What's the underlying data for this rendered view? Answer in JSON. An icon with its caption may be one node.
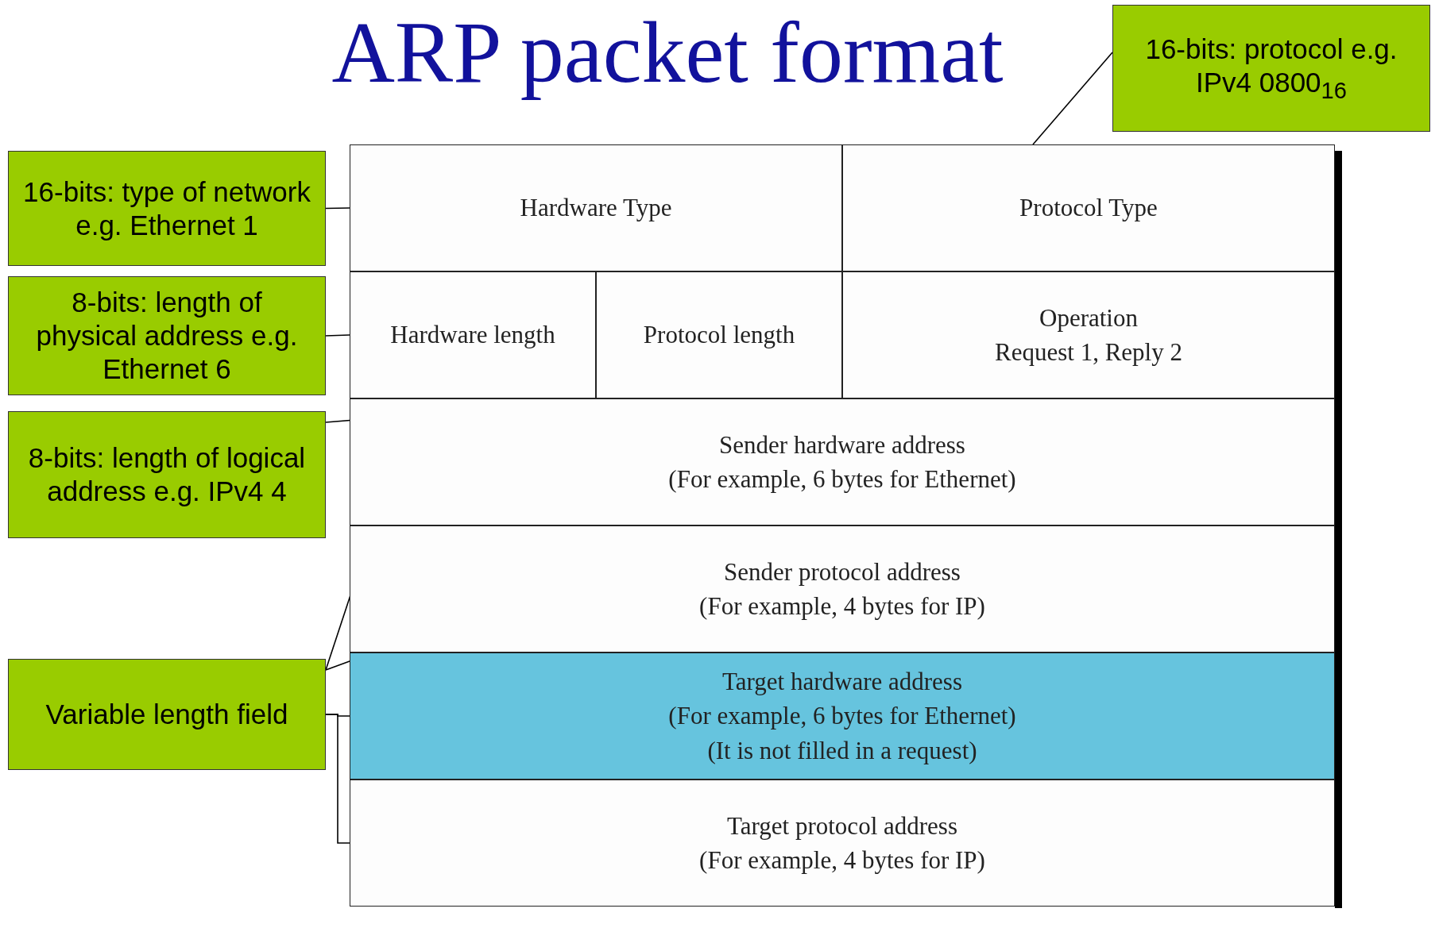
{
  "diagram": {
    "title": "ARP packet format",
    "nodes": [
      {
        "text": [
          "Hardware Type"
        ]
      },
      {
        "text": [
          "Protocol Type"
        ]
      },
      {
        "text": [
          "Hardware length"
        ]
      },
      {
        "text": [
          "Protocol length"
        ]
      },
      {
        "text": [
          "Operation",
          "Request 1, Reply 2"
        ]
      },
      {
        "text": [
          "Sender hardware address",
          "(For example, 6 bytes for Ethernet)"
        ]
      },
      {
        "text": [
          "Sender protocol address",
          "(For example, 4 bytes for IP)"
        ]
      },
      {
        "text": [
          "Target hardware address",
          "(For example, 6 bytes for Ethernet)",
          "(It is not filled in a request)"
        ]
      },
      {
        "text": [
          "Target protocol address",
          "(For example, 4 bytes for IP)"
        ]
      },
      {
        "text": [
          "16-bits: protocol e.g. IPv4 0800$_{16}$"
        ]
      },
      {
        "text": [
          "8-bits: length of physical address e.g. Ethernet 6"
        ]
      },
      {
        "text": [
          "16-bits: type of network e.g. Ethernet 1"
        ]
      },
      {
        "text": [
          "8-bits: length of logical address e.g. IPv4 4"
        ]
      },
      {
        "text": [
          "Variable length field"
        ]
      }
    ],
    "edges": [
      {
        "from": 9,
        "to": 1,
        "arrow": "none"
      },
      {
        "from": 11,
        "to": 0,
        "arrow": "none"
      },
      {
        "from": 10,
        "to": 2,
        "arrow": "none"
      },
      {
        "from": 12,
        "to": 3,
        "arrow": "none"
      },
      {
        "from": 13,
        "to": 5,
        "arrow": "none"
      },
      {
        "from": 13,
        "to": 6,
        "arrow": "none"
      },
      {
        "from": 13,
        "to": 7,
        "arrow": "none"
      },
      {
        "from": 13,
        "to": 8,
        "arrow": "none"
      }
    ]
  }
}
